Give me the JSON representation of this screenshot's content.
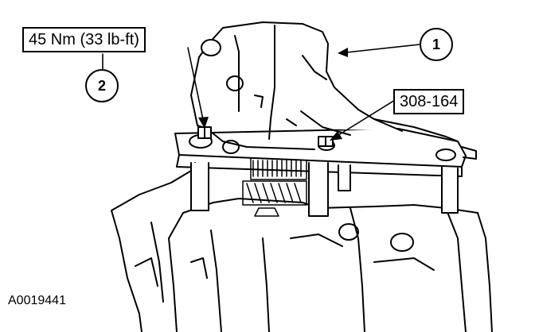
{
  "labels": {
    "torque_spec": "45 Nm (33 lb-ft)",
    "tool_number": "308-164"
  },
  "callouts": {
    "one": "1",
    "two": "2"
  },
  "figure_id": "A0019441"
}
